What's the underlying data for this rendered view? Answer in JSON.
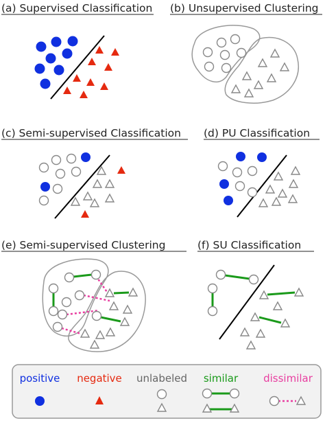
{
  "panels": [
    {
      "id": "a",
      "title": "(a) Supervised Classification"
    },
    {
      "id": "b",
      "title": "(b) Unsupervised Clustering"
    },
    {
      "id": "c",
      "title": "(c) Semi-supervised Classification"
    },
    {
      "id": "d",
      "title": "(d) PU Classification"
    },
    {
      "id": "e",
      "title": "(e) Semi-supervised Clustering"
    },
    {
      "id": "f",
      "title": "(f) SU Classification"
    }
  ],
  "legend": {
    "positive": "positive",
    "negative": "negative",
    "unlabeled": "unlabeled",
    "similar": "similar",
    "dissimilar": "dissimilar"
  },
  "colors": {
    "positive": "#1030e0",
    "negative": "#e52a10",
    "unlabeled": "#888888",
    "similar": "#1a9a1a",
    "dissimilar": "#e83ea0",
    "text": "#222222",
    "boundary": "#000000",
    "cluster_outline": "#999999"
  }
}
